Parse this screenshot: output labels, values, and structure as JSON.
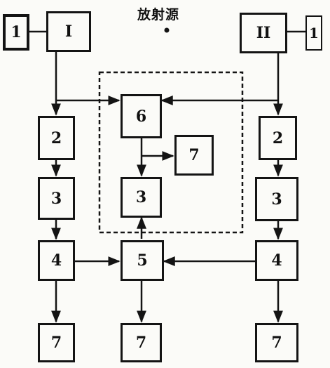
{
  "source": {
    "label": "放射源"
  },
  "detectors": {
    "left_id": "1",
    "right_id": "1",
    "left_channel": "I",
    "right_channel": "II"
  },
  "left_chain": {
    "b2": "2",
    "b3": "3",
    "b4": "4",
    "b7": "7"
  },
  "center": {
    "b6": "6",
    "b7_side": "7",
    "b3": "3",
    "b5": "5",
    "b7": "7"
  },
  "right_chain": {
    "b2": "2",
    "b3": "3",
    "b4": "4",
    "b7": "7"
  }
}
